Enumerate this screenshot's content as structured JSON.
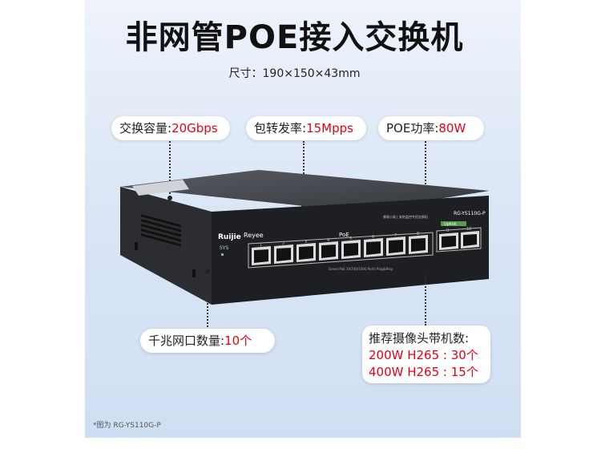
{
  "title": "非网管POE接入交换机",
  "dimensions": "尺寸：190×150×43mm",
  "specs": {
    "switching_label": "交换容量:",
    "switching_value": "20Gbps",
    "forwarding_label": "包转发率:",
    "forwarding_value": "15Mpps",
    "power_label": "POE功率:",
    "power_value": "80W",
    "ports_label": "千兆网口数量:",
    "ports_value": "10个"
  },
  "recommend": {
    "heading": "推荐摄像头带机数:",
    "line1": "200W H265 : 30个",
    "line2": "400W H265 : 15个"
  },
  "device": {
    "brand_ruijie": "Ruijie",
    "brand_reyee": "Reyee",
    "model": "RG-YS110G-P",
    "series_text": "睿易小易 | 安防监控专用交换机",
    "poe_label": "PoE",
    "uplink_label": "Uplink",
    "sys_label": "SYS",
    "bottom_text": "Green PoE 10/100/1000 Ports Plug&Play",
    "port_numbers": [
      "1",
      "2",
      "3",
      "4",
      "5",
      "6",
      "7",
      "8",
      "9",
      "10"
    ]
  },
  "caption": "*图为 RG-YS110G-P"
}
